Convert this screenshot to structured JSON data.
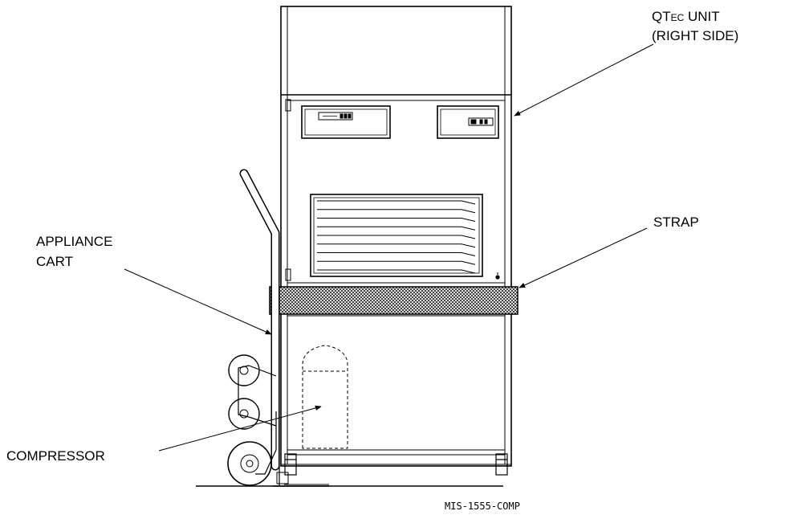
{
  "labels": {
    "unit_line1_main": "QT",
    "unit_line1_sub": "EC",
    "unit_line1_tail": " UNIT",
    "unit_line2": "(RIGHT SIDE)",
    "strap": "STRAP",
    "cart_line1": "APPLIANCE",
    "cart_line2": "CART",
    "compressor": "COMPRESSOR",
    "drawing_code": "MIS-1555-COMP"
  },
  "colors": {
    "stroke": "#000000",
    "background": "#ffffff"
  }
}
